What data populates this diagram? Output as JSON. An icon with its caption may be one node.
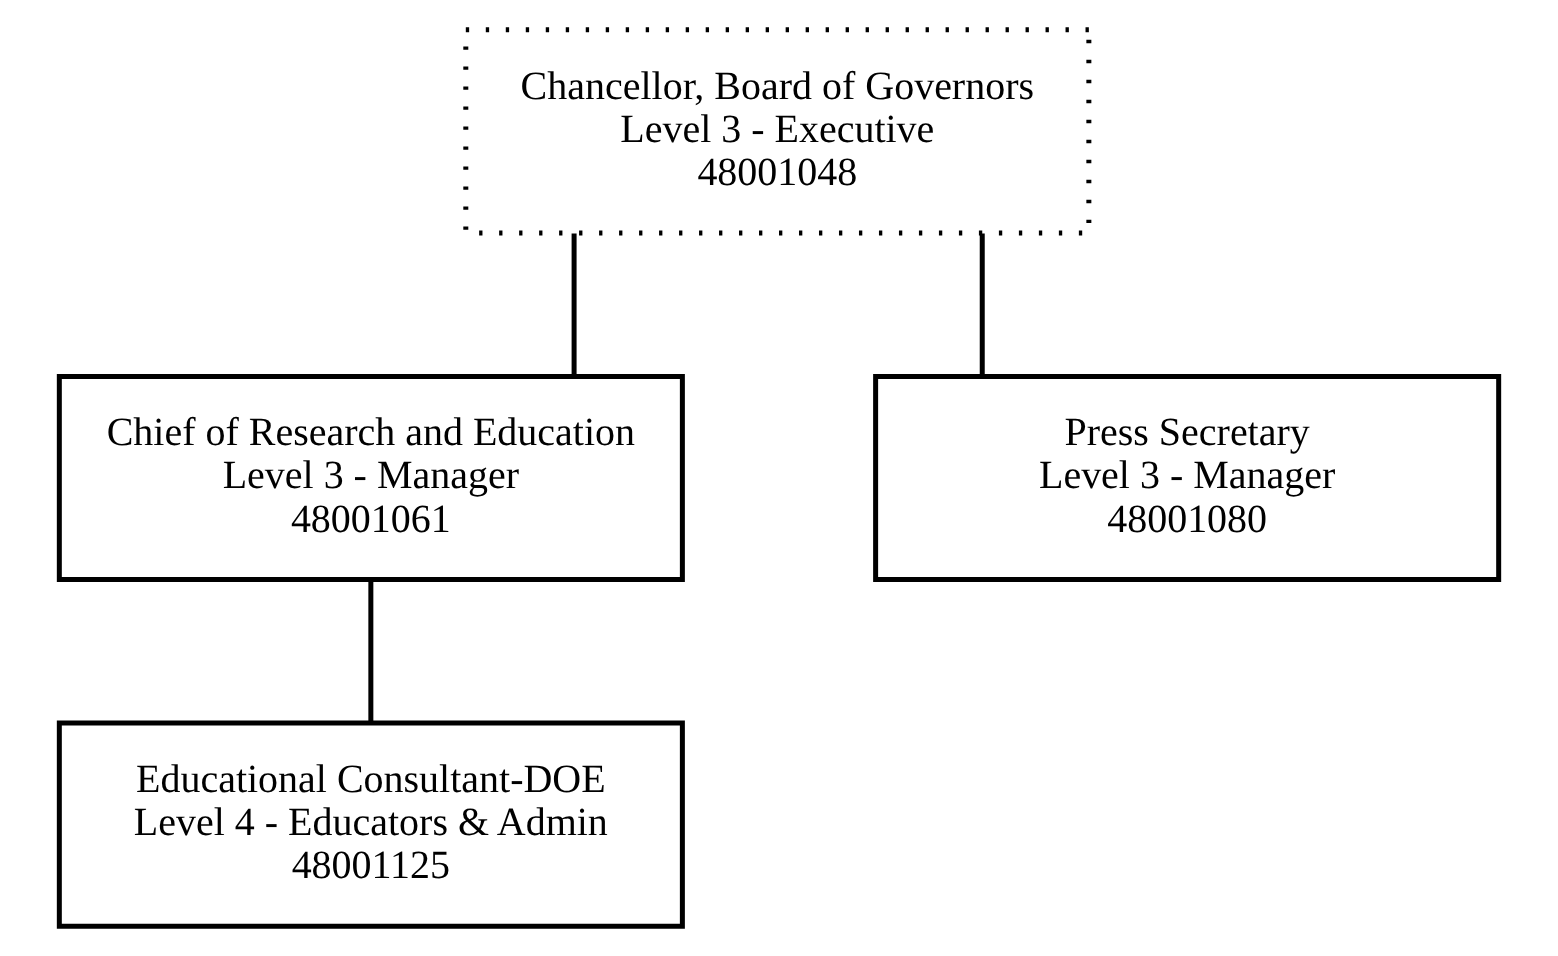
{
  "diagram": {
    "nodes": [
      {
        "text": [
          "Chancellor, Board of Governors",
          "Level 3 - Executive",
          "48001048"
        ]
      },
      {
        "text": [
          "Chief of Research and Education",
          "Level 3 - Manager",
          "48001061"
        ]
      },
      {
        "text": [
          "Press Secretary",
          "Level 3 - Manager",
          "48001080"
        ]
      },
      {
        "text": [
          "Educational Consultant-DOE",
          "Level 4 - Educators & Admin",
          "48001125"
        ]
      }
    ],
    "edges": [
      {
        "from": 0,
        "to": 1,
        "arrow": "none"
      },
      {
        "from": 0,
        "to": 2,
        "arrow": "none"
      },
      {
        "from": 1,
        "to": 3,
        "arrow": "none"
      }
    ]
  }
}
